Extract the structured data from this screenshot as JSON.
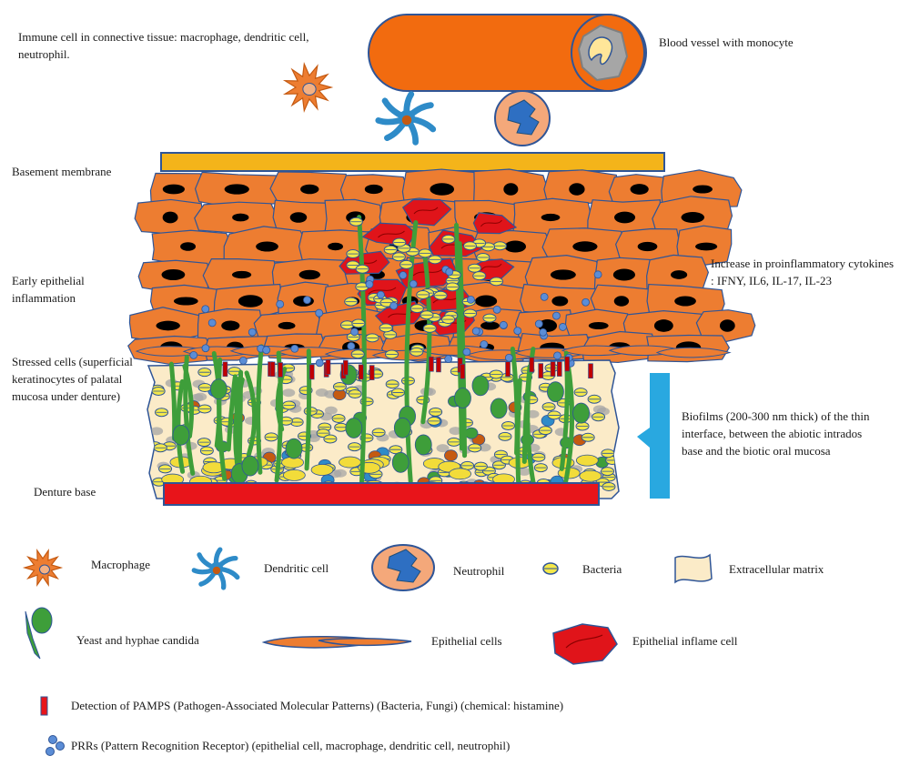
{
  "labels": {
    "immune_cells": "Immune cell in connective tissue: macrophage, dendritic cell, neutrophil.",
    "blood_vessel": "Blood vessel with monocyte",
    "basement_membrane": "Basement membrane",
    "early_inflammation": "Early epithelial inflammation",
    "stressed_cells": "Stressed cells (superficial keratinocytes of palatal mucosa under denture)",
    "denture_base": "Denture base",
    "cytokines": "Increase in proinflammatory cytokines : IFNY, IL6, IL-17, IL-23",
    "biofilms": "Biofilms (200-300 nm thick) of the thin interface, between the abiotic intrados base and the biotic oral mucosa"
  },
  "legend": {
    "macrophage": "Macrophage",
    "dendritic_cell": "Dendritic cell",
    "neutrophil": "Neutrophil",
    "bacteria": "Bacteria",
    "extracellular_matrix": "Extracellular matrix",
    "yeast": "Yeast and hyphae candida",
    "epithelial_cells": "Epithelial cells",
    "epithelial_inflame_cell": "Epithelial inflame cell",
    "pamps": "Detection of PAMPS (Pathogen-Associated Molecular Patterns) (Bacteria, Fungi) (chemical: histamine)",
    "prrs": "PRRs (Pattern Recognition Receptor) (epithelial cell, macrophage, dendritic cell, neutrophil)"
  },
  "colors": {
    "epithelial": "#ED7D31",
    "inflamed": "#E0141A",
    "basement": "#F4B41A",
    "denture": "#E8141A",
    "matrix": "#FBEBC8",
    "bacteria": "#F4E84A",
    "candida": "#3E9E3A",
    "receptor": "#5B8DD6",
    "bracket": "#29A8E0",
    "vessel": "#F26B0F",
    "neutrophil_fill": "#F4A87A",
    "nucleus_blue": "#2E6FC2"
  }
}
